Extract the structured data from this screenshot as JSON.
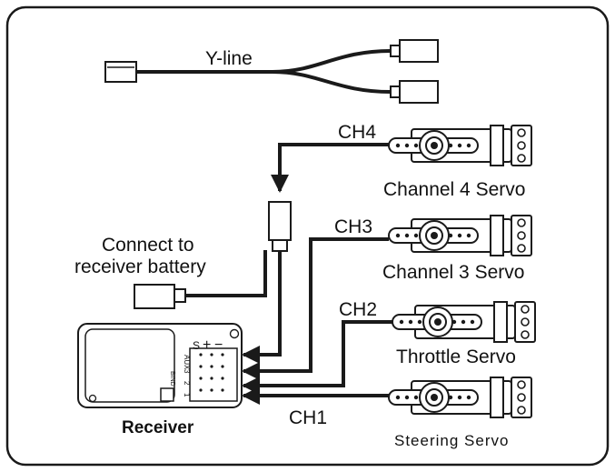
{
  "y_line": {
    "label": "Y-line"
  },
  "battery": {
    "label_line1": "Connect to",
    "label_line2": "receiver battery"
  },
  "receiver": {
    "label": "Receiver",
    "header_s": "S",
    "header_plus": "+",
    "header_minus": "−",
    "aux_label": "AUX",
    "ch3_label": "3",
    "ch2_label": "2",
    "ch1_label": "1",
    "bind_label": "BIND"
  },
  "channels": [
    {
      "id": "ch4",
      "label": "CH4",
      "servo": "Channel 4 Servo"
    },
    {
      "id": "ch3",
      "label": "CH3",
      "servo": "Channel 3 Servo"
    },
    {
      "id": "ch2",
      "label": "CH2",
      "servo": "Throttle Servo"
    },
    {
      "id": "ch1",
      "label": "CH1",
      "servo": "Steering Servo"
    }
  ],
  "colors": {
    "frame": "#1a1a1a",
    "line": "#1a1a1a",
    "background": "#ffffff"
  }
}
